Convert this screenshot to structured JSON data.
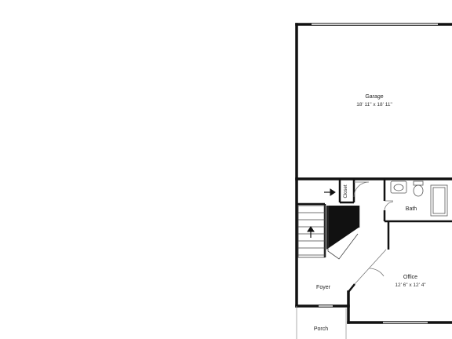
{
  "plan": {
    "rooms": [
      {
        "id": "garage",
        "name": "Garage",
        "dims": "18' 11\" x 18' 11\""
      },
      {
        "id": "closet",
        "name": "Closet",
        "dims": ""
      },
      {
        "id": "bath",
        "name": "Bath",
        "dims": ""
      },
      {
        "id": "office",
        "name": "Office",
        "dims": "12' 6\" x 12' 4\""
      },
      {
        "id": "foyer",
        "name": "Foyer",
        "dims": ""
      },
      {
        "id": "porch",
        "name": "Porch",
        "dims": ""
      }
    ],
    "colors": {
      "wall": "#111111",
      "stair_fill": "#111111",
      "door": "#777777",
      "background": "#ffffff"
    },
    "icons": [
      "stair-arrow-icon",
      "toilet-icon",
      "sink-icon",
      "shower-icon"
    ]
  }
}
